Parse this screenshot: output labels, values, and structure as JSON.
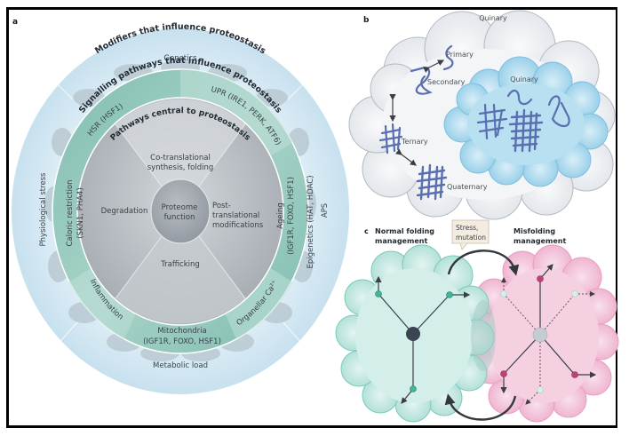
{
  "figure": {
    "panels": {
      "a": {
        "label": "a",
        "outer_ring": {
          "title": "Modifiers that influence proteostasis",
          "items": [
            "Genetics",
            "Epigenetics (HAT, HDAC)",
            "APS",
            "Metabolic load",
            "Physiological stress"
          ]
        },
        "middle_ring": {
          "title": "Signalling pathways that influence proteostasis",
          "items": [
            "HSR (HSF1)",
            "UPR (IRE1, PERK, ATF6)",
            "Ageing",
            "(IGF1R, FOXO, HSF1)",
            "Organellar Ca²⁺",
            "Mitochondria",
            "(IGF1R, FOXO, HSF1)",
            "Inflammation",
            "Caloric restriction",
            "(SKN1, PHA4)"
          ]
        },
        "inner_disk": {
          "title": "Pathways central to proteostasis",
          "sectors": [
            "Co-translational",
            "synthesis, folding",
            "Post-",
            "translational",
            "modifications",
            "Trafficking",
            "Degradation"
          ]
        },
        "center": {
          "line1": "Proteome",
          "line2": "function"
        },
        "colors": {
          "outer": "#d6e9f3",
          "middle": "#8cc4b8",
          "inner": "#b9bec4",
          "center": "#a9aeb4"
        }
      },
      "b": {
        "label": "b",
        "outer_cloud_label": "Quinary",
        "inner_cloud_label": "Quinary",
        "structures": [
          "Primary",
          "Secondary",
          "Ternary",
          "Quaternary"
        ],
        "colors": {
          "outer_cloud": "#eceef1",
          "inner_cloud": "#a9d6ec",
          "protein": "#5a6fb0"
        }
      },
      "c": {
        "label": "c",
        "left_title_line1": "Normal folding",
        "left_title_line2": "management",
        "callout_line1": "Stress,",
        "callout_line2": "mutation",
        "right_title_line1": "Misfolding",
        "right_title_line2": "management",
        "colors": {
          "normal_cloud": "#bfe6df",
          "misfolding_cloud": "#f2c2d8",
          "hub_normal": "#3b4450",
          "hub_misfolding": "#c3ccd0",
          "node_normal": "#3fb59a",
          "node_misfolding": "#c0407a",
          "node_faded": "#d6eee8"
        }
      }
    }
  }
}
